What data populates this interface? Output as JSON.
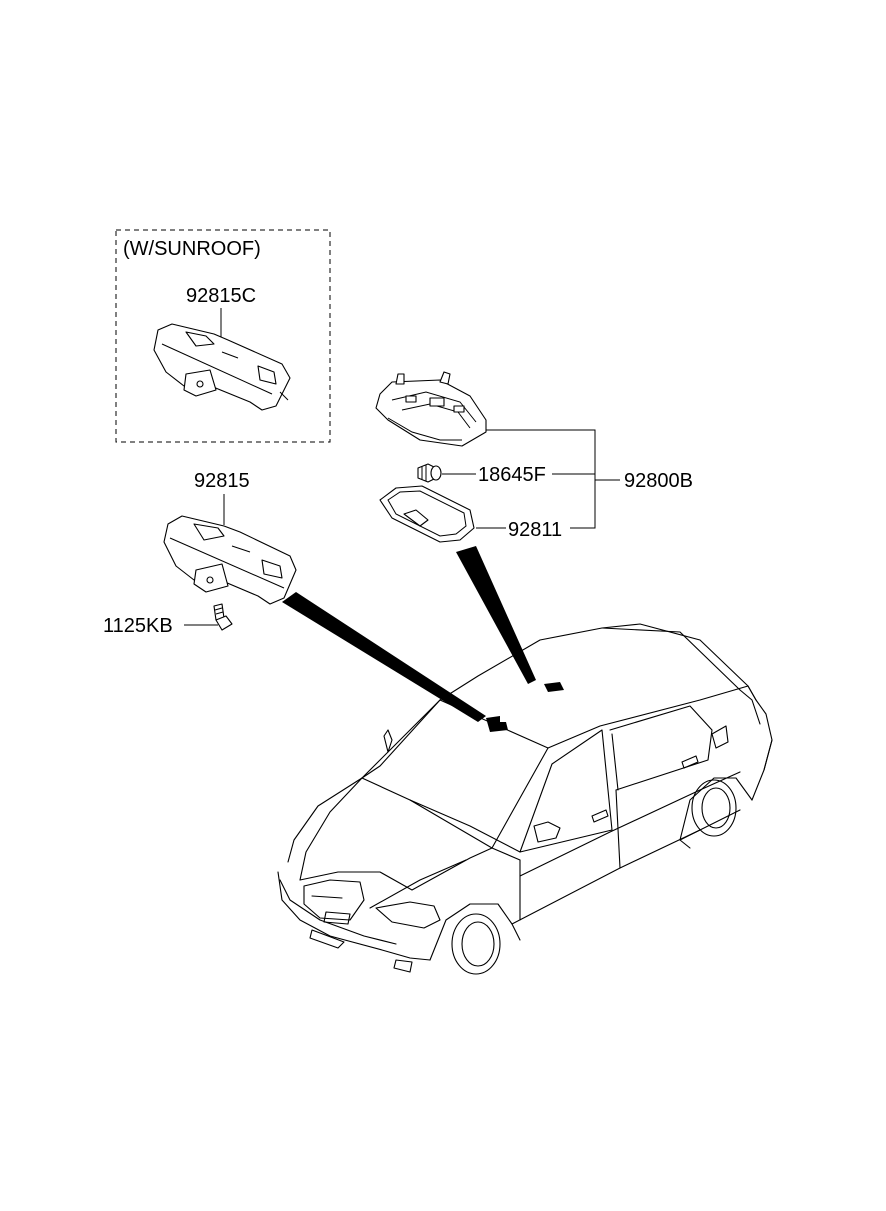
{
  "diagram": {
    "sunroof_note": "(W/SUNROOF)",
    "parts": {
      "p92815c": "92815C",
      "p92815": "92815",
      "p1125kb": "1125KB",
      "p18645f": "18645F",
      "p92800b": "92800B",
      "p92811": "92811"
    },
    "colors": {
      "line": "#000000",
      "background": "#ffffff",
      "pointer_fill": "#000000"
    }
  }
}
